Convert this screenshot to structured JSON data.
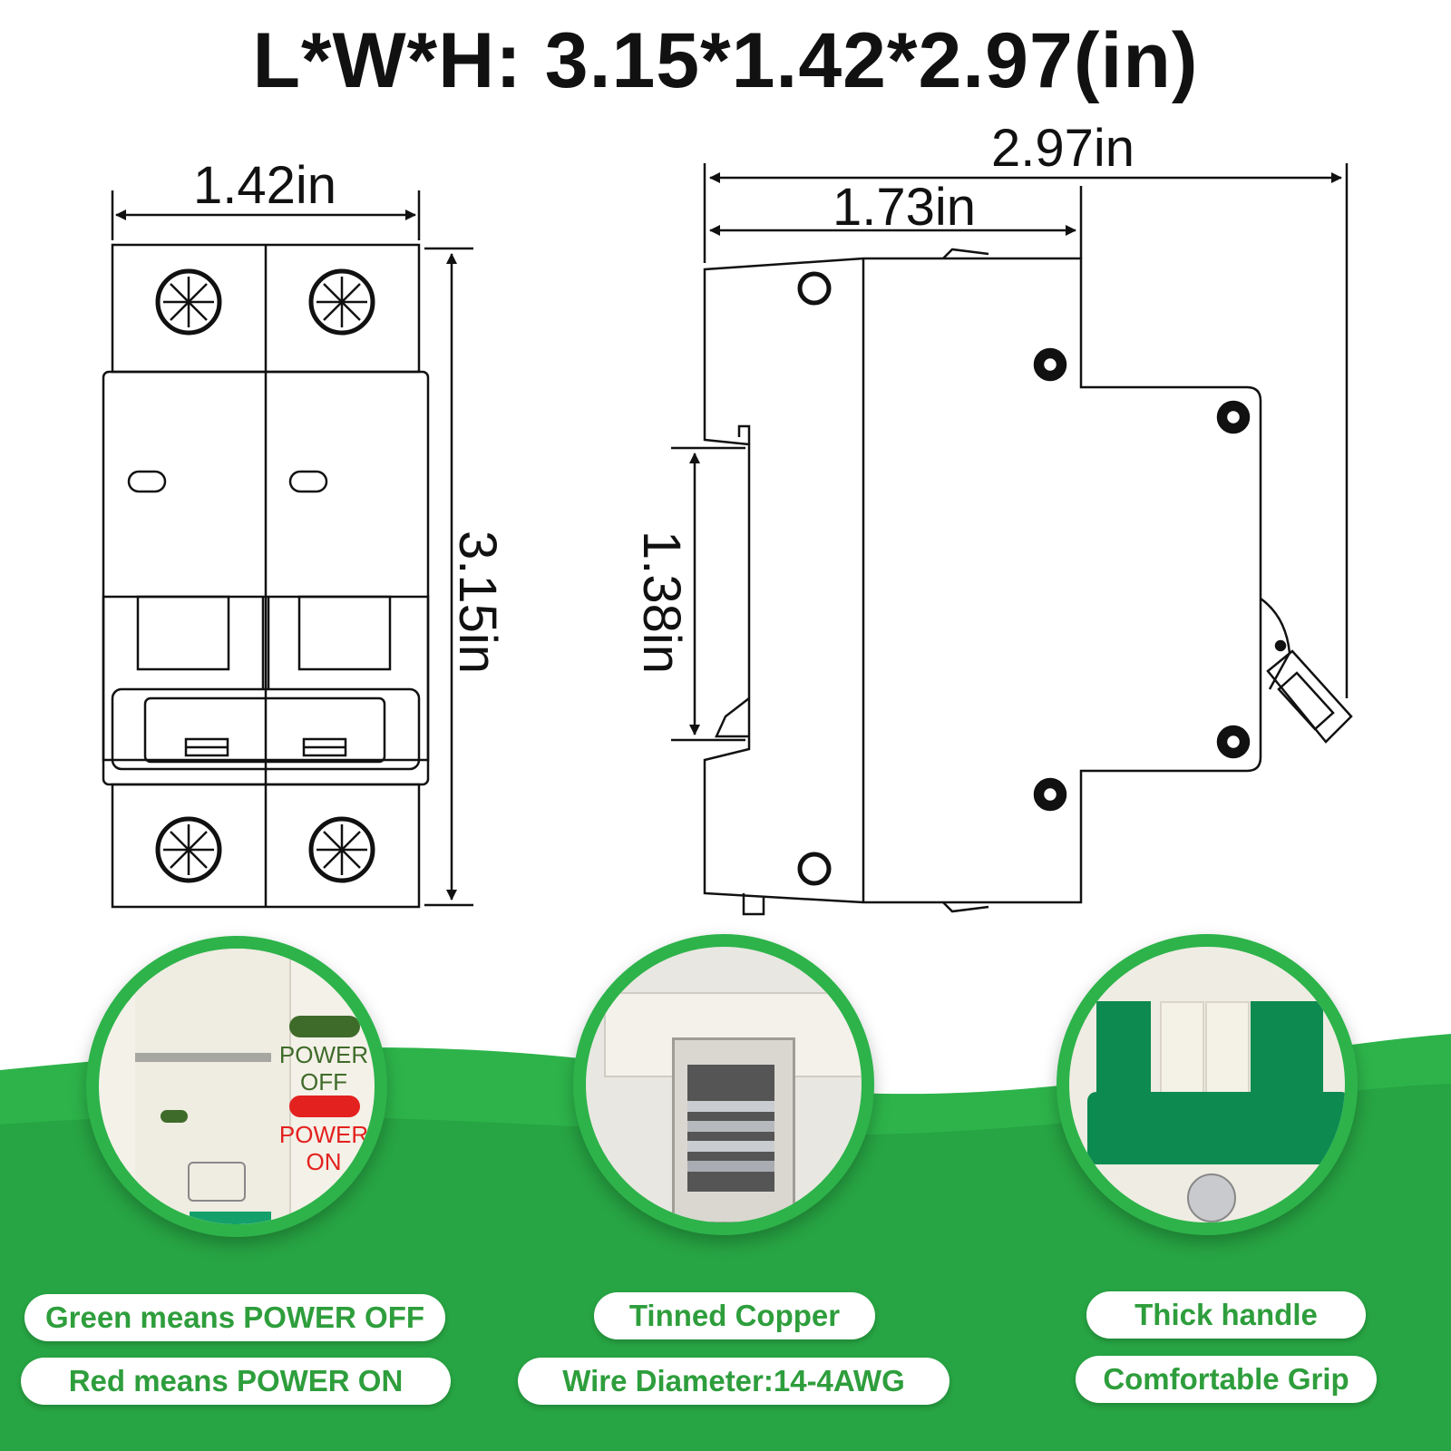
{
  "title": "L*W*H: 3.15*1.42*2.97(in)",
  "dimensions": {
    "front_width": "1.42in",
    "front_height": "3.15in",
    "side_total": "2.97in",
    "side_body": "1.73in",
    "rail": "1.38in"
  },
  "features": [
    {
      "status_off": "POWER\nOFF",
      "status_on": "POWER\nON",
      "line1": "Green means POWER OFF",
      "line2": "Red means POWER ON",
      "off_color": "#3f6b2a",
      "on_color": "#e3211f"
    },
    {
      "line1": "Tinned Copper",
      "line2": "Wire Diameter:14-4AWG"
    },
    {
      "line1": "Thick handle",
      "line2": "Comfortable Grip",
      "handle_color": "#0d8a4f"
    }
  ],
  "colors": {
    "brand_green": "#2db34a",
    "pill_text": "#2e9e3c"
  }
}
